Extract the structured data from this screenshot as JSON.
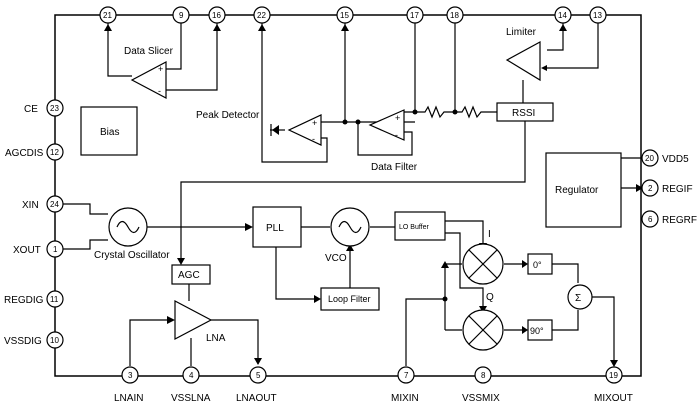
{
  "pins": [
    {
      "id": "pin-21",
      "num": "21"
    },
    {
      "id": "pin-9",
      "num": "9"
    },
    {
      "id": "pin-16",
      "num": "16"
    },
    {
      "id": "pin-22",
      "num": "22"
    },
    {
      "id": "pin-15",
      "num": "15"
    },
    {
      "id": "pin-17",
      "num": "17"
    },
    {
      "id": "pin-18",
      "num": "18"
    },
    {
      "id": "pin-14",
      "num": "14"
    },
    {
      "id": "pin-13",
      "num": "13"
    },
    {
      "id": "pin-23",
      "num": "23",
      "name": "CE"
    },
    {
      "id": "pin-12",
      "num": "12",
      "name": "AGCDIS"
    },
    {
      "id": "pin-24",
      "num": "24",
      "name": "XIN"
    },
    {
      "id": "pin-1",
      "num": "1",
      "name": "XOUT"
    },
    {
      "id": "pin-11",
      "num": "11",
      "name": "REGDIG"
    },
    {
      "id": "pin-10",
      "num": "10",
      "name": "VSSDIG"
    },
    {
      "id": "pin-20",
      "num": "20",
      "name": "VDD5"
    },
    {
      "id": "pin-2",
      "num": "2",
      "name": "REGIF"
    },
    {
      "id": "pin-6",
      "num": "6",
      "name": "REGRF"
    },
    {
      "id": "pin-3",
      "num": "3",
      "name": "LNAIN"
    },
    {
      "id": "pin-4",
      "num": "4",
      "name": "VSSLNA"
    },
    {
      "id": "pin-5",
      "num": "5",
      "name": "LNAOUT"
    },
    {
      "id": "pin-7",
      "num": "7",
      "name": "MIXIN"
    },
    {
      "id": "pin-8",
      "num": "8",
      "name": "VSSMIX"
    },
    {
      "id": "pin-19",
      "num": "19",
      "name": "MIXOUT"
    }
  ],
  "blocks": {
    "data_slicer": "Data Slicer",
    "limiter": "Limiter",
    "peak_detector": "Peak Detector",
    "rssi": "RSSI",
    "data_filter": "Data Filter",
    "bias": "Bias",
    "regulator": "Regulator",
    "crystal_oscillator": "Crystal Oscillator",
    "pll": "PLL",
    "vco": "VCO",
    "lo_buffer": "LO Buffer",
    "agc": "AGC",
    "lna": "LNA",
    "loop_filter": "Loop Filter",
    "phase_0": "0°",
    "phase_90": "90°",
    "sum": "Σ",
    "i_label": "I",
    "q_label": "Q",
    "plus": "+",
    "minus": "-"
  }
}
